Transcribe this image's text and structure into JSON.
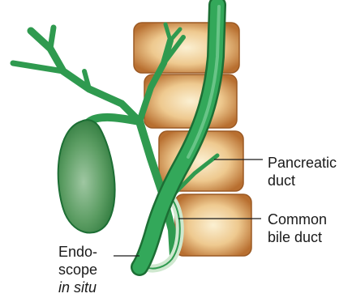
{
  "labels": {
    "pancreatic_duct": {
      "line1": "Pancreatic",
      "line2": "duct"
    },
    "common_bile_duct": {
      "line1": "Common",
      "line2": "bile duct"
    },
    "endoscope": {
      "line1": "Endo-",
      "line2": "scope",
      "line3": "in situ"
    }
  },
  "colors": {
    "duct_green": "#2f9a4f",
    "duct_dark": "#1c6e34",
    "gallbladder": "#4f9a58",
    "vertebra": "#c9813e",
    "vertebra_light": "#f6e7c0",
    "bile_duct_pale": "#cfe8cf",
    "leader_line": "#1a1a1a"
  }
}
